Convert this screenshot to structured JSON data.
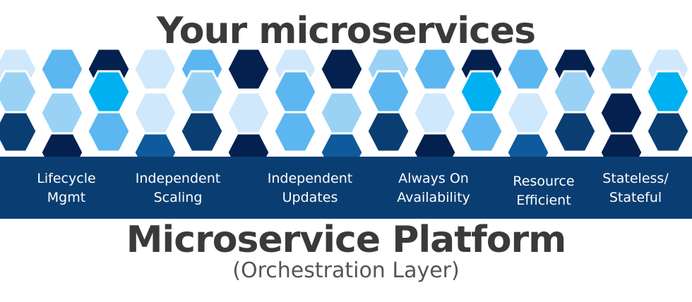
{
  "header": {
    "title": "Your microservices"
  },
  "features": [
    {
      "label": "Lifecycle\nMgmt"
    },
    {
      "label": "Independent\nScaling"
    },
    {
      "label": "Independent\nUpdates"
    },
    {
      "label": "Always On\nAvailability"
    },
    {
      "label": "Resource\nEfficient"
    },
    {
      "label": "Stateless/\nStateful"
    }
  ],
  "footer": {
    "title": "Microservice Platform",
    "subtitle": "(Orchestration Layer)"
  },
  "colors": {
    "navy": "#04204f",
    "dark_blue": "#0a3e72",
    "medium_blue": "#0f5a9c",
    "bright_blue": "#00b0f0",
    "sky_blue": "#5cb6f0",
    "light_blue": "#9ad2f5",
    "pale_blue": "#cfe8fb",
    "title_gray": "#3a3a3a"
  },
  "hex_grid": [
    [
      "light_blue",
      "light_blue",
      "bright_blue",
      "pale_blue",
      "light_blue",
      "pale_blue",
      "sky_blue",
      "light_blue",
      "sky_blue",
      "pale_blue",
      "bright_blue",
      "pale_blue",
      "light_blue",
      "navy",
      "bright_blue"
    ],
    [
      "pale_blue",
      "sky_blue",
      "navy",
      "pale_blue",
      "sky_blue",
      "navy",
      "pale_blue",
      "navy",
      "light_blue",
      "sky_blue",
      "navy",
      "sky_blue",
      "navy",
      "light_blue",
      "pale_blue"
    ],
    [
      "dark_blue",
      "navy",
      "sky_blue",
      "medium_blue",
      "dark_blue",
      "navy",
      "sky_blue",
      "medium_blue",
      "dark_blue",
      "navy",
      "sky_blue",
      "medium_blue",
      "dark_blue",
      "navy",
      "dark_blue"
    ]
  ]
}
